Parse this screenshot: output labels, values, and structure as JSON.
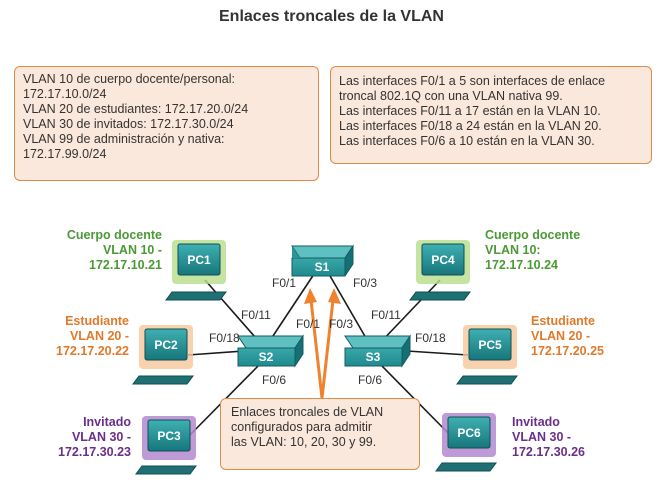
{
  "title": "Enlaces troncales de la VLAN",
  "box_left": {
    "lines": [
      "VLAN 10 de cuerpo docente/personal:",
      "172.17.10.0/24",
      "VLAN 20 de estudiantes: 172.17.20.0/24",
      "VLAN 30 de invitados: 172.17.30.0/24",
      "VLAN 99 de administración y nativa:",
      "172.17.99.0/24"
    ]
  },
  "box_right": {
    "lines": [
      "Las interfaces F0/1 a 5 son interfaces de enlace",
      "troncal 802.1Q con una VLAN nativa 99.",
      "Las interfaces F0/11 a 17 están en la VLAN 10.",
      "Las interfaces F0/18 a 24 están en la VLAN 20.",
      "Las interfaces F0/6 a 10 están en la VLAN 30."
    ]
  },
  "callout": {
    "lines": [
      "Enlaces troncales de VLAN",
      "configurados para admitir",
      "las VLAN: 10, 20, 30 y 99."
    ]
  },
  "hosts": {
    "pc1": {
      "name": "PC1",
      "role": "Cuerpo docente",
      "vlan": "VLAN 10 -",
      "ip": "172.17.10.21"
    },
    "pc2": {
      "name": "PC2",
      "role": "Estudiante",
      "vlan": "VLAN 20 -",
      "ip": "172.17.20.22"
    },
    "pc3": {
      "name": "PC3",
      "role": "Invitado",
      "vlan": "VLAN 30 -",
      "ip": "172.17.30.23"
    },
    "pc4": {
      "name": "PC4",
      "role": "Cuerpo docente",
      "vlan": "VLAN 10:",
      "ip": "172.17.10.24"
    },
    "pc5": {
      "name": "PC5",
      "role": "Estudiante",
      "vlan": "VLAN 20 -",
      "ip": "172.17.20.25"
    },
    "pc6": {
      "name": "PC6",
      "role": "Invitado",
      "vlan": "VLAN 30 -",
      "ip": "172.17.30.26"
    }
  },
  "switches": {
    "s1": "S1",
    "s2": "S2",
    "s3": "S3"
  },
  "ports": {
    "s1_left": "F0/1",
    "s1_right": "F0/3",
    "s2_f011": "F0/11",
    "s2_f018": "F0/18",
    "s2_f06": "F0/6",
    "s2_f01": "F0/1",
    "s3_f03": "F0/3",
    "s3_f011": "F0/11",
    "s3_f018": "F0/18",
    "s3_f06": "F0/6"
  },
  "colors": {
    "box_fill": "#fbe8dc",
    "box_border": "#e08a4a",
    "faculty": "#4a9a35",
    "student": "#e07a2a",
    "guest": "#6b2f8a",
    "device": "#1f8a8f",
    "arrow": "#f0822e"
  }
}
